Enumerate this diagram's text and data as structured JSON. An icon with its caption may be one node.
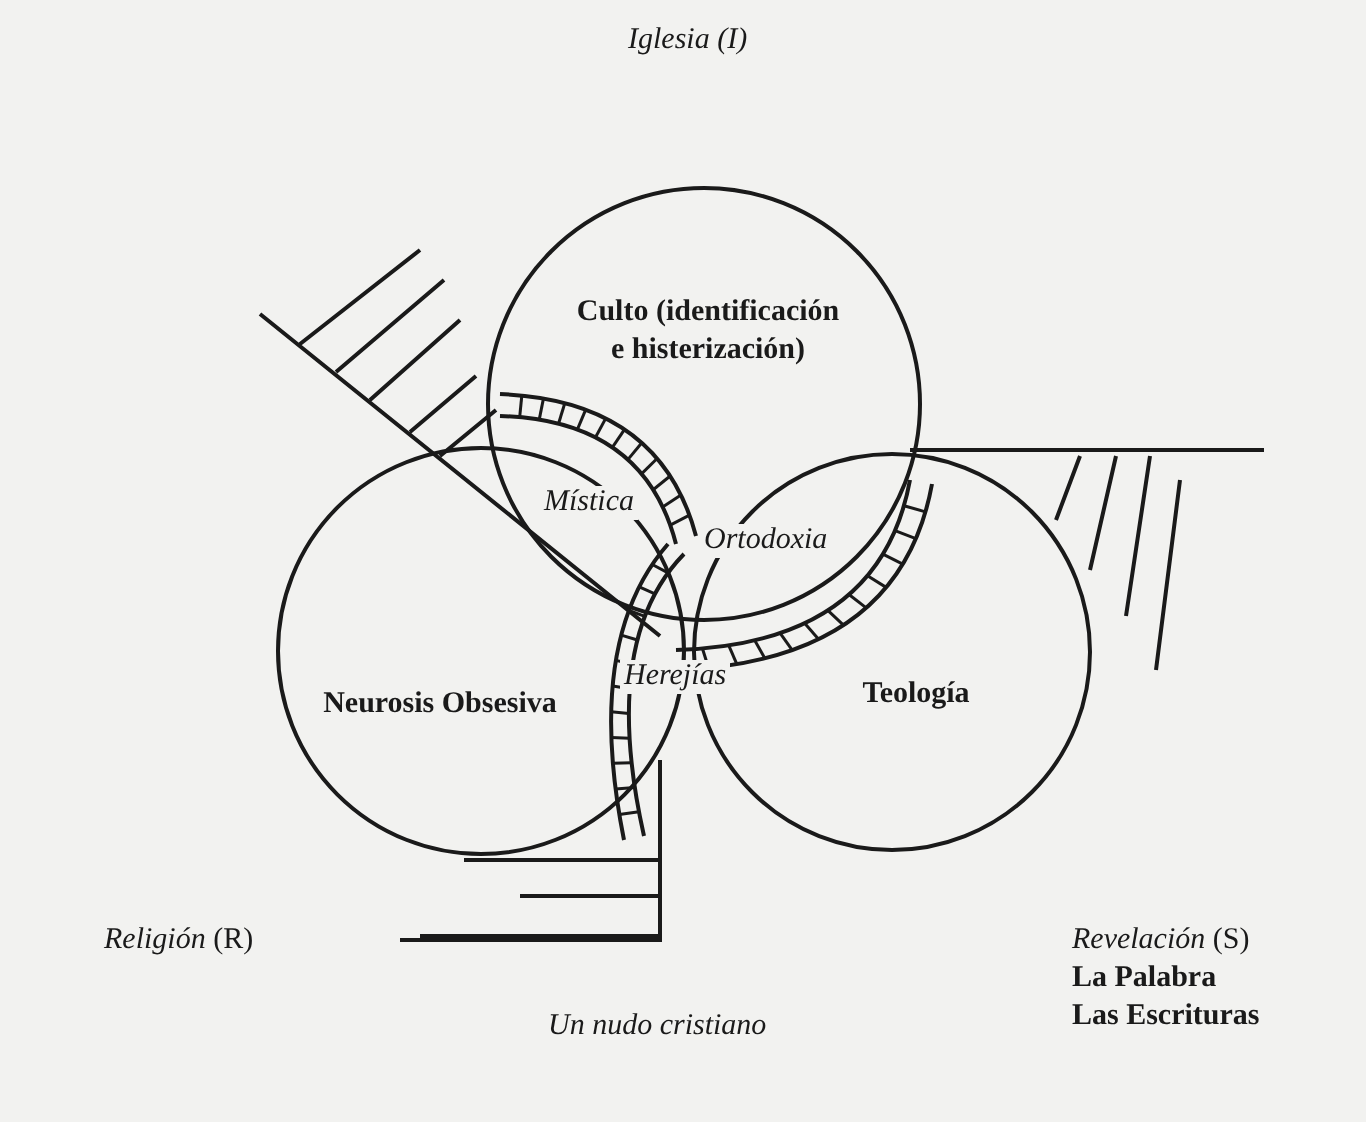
{
  "diagram": {
    "caption": "Un nudo cristiano",
    "nodes": [
      {
        "text": [
          "Culto (identificación e histerización)"
        ]
      },
      {
        "text": [
          "Neurosis Obsesiva"
        ]
      },
      {
        "text": [
          "Teología"
        ]
      }
    ],
    "edges": [],
    "labels": [
      "Iglesia (I)",
      "Mística",
      "Ortodoxia",
      "Herejías",
      "*Religión* (R)",
      "*Revelación* (S)",
      "La Palabra",
      "Las Escrituras"
    ]
  }
}
